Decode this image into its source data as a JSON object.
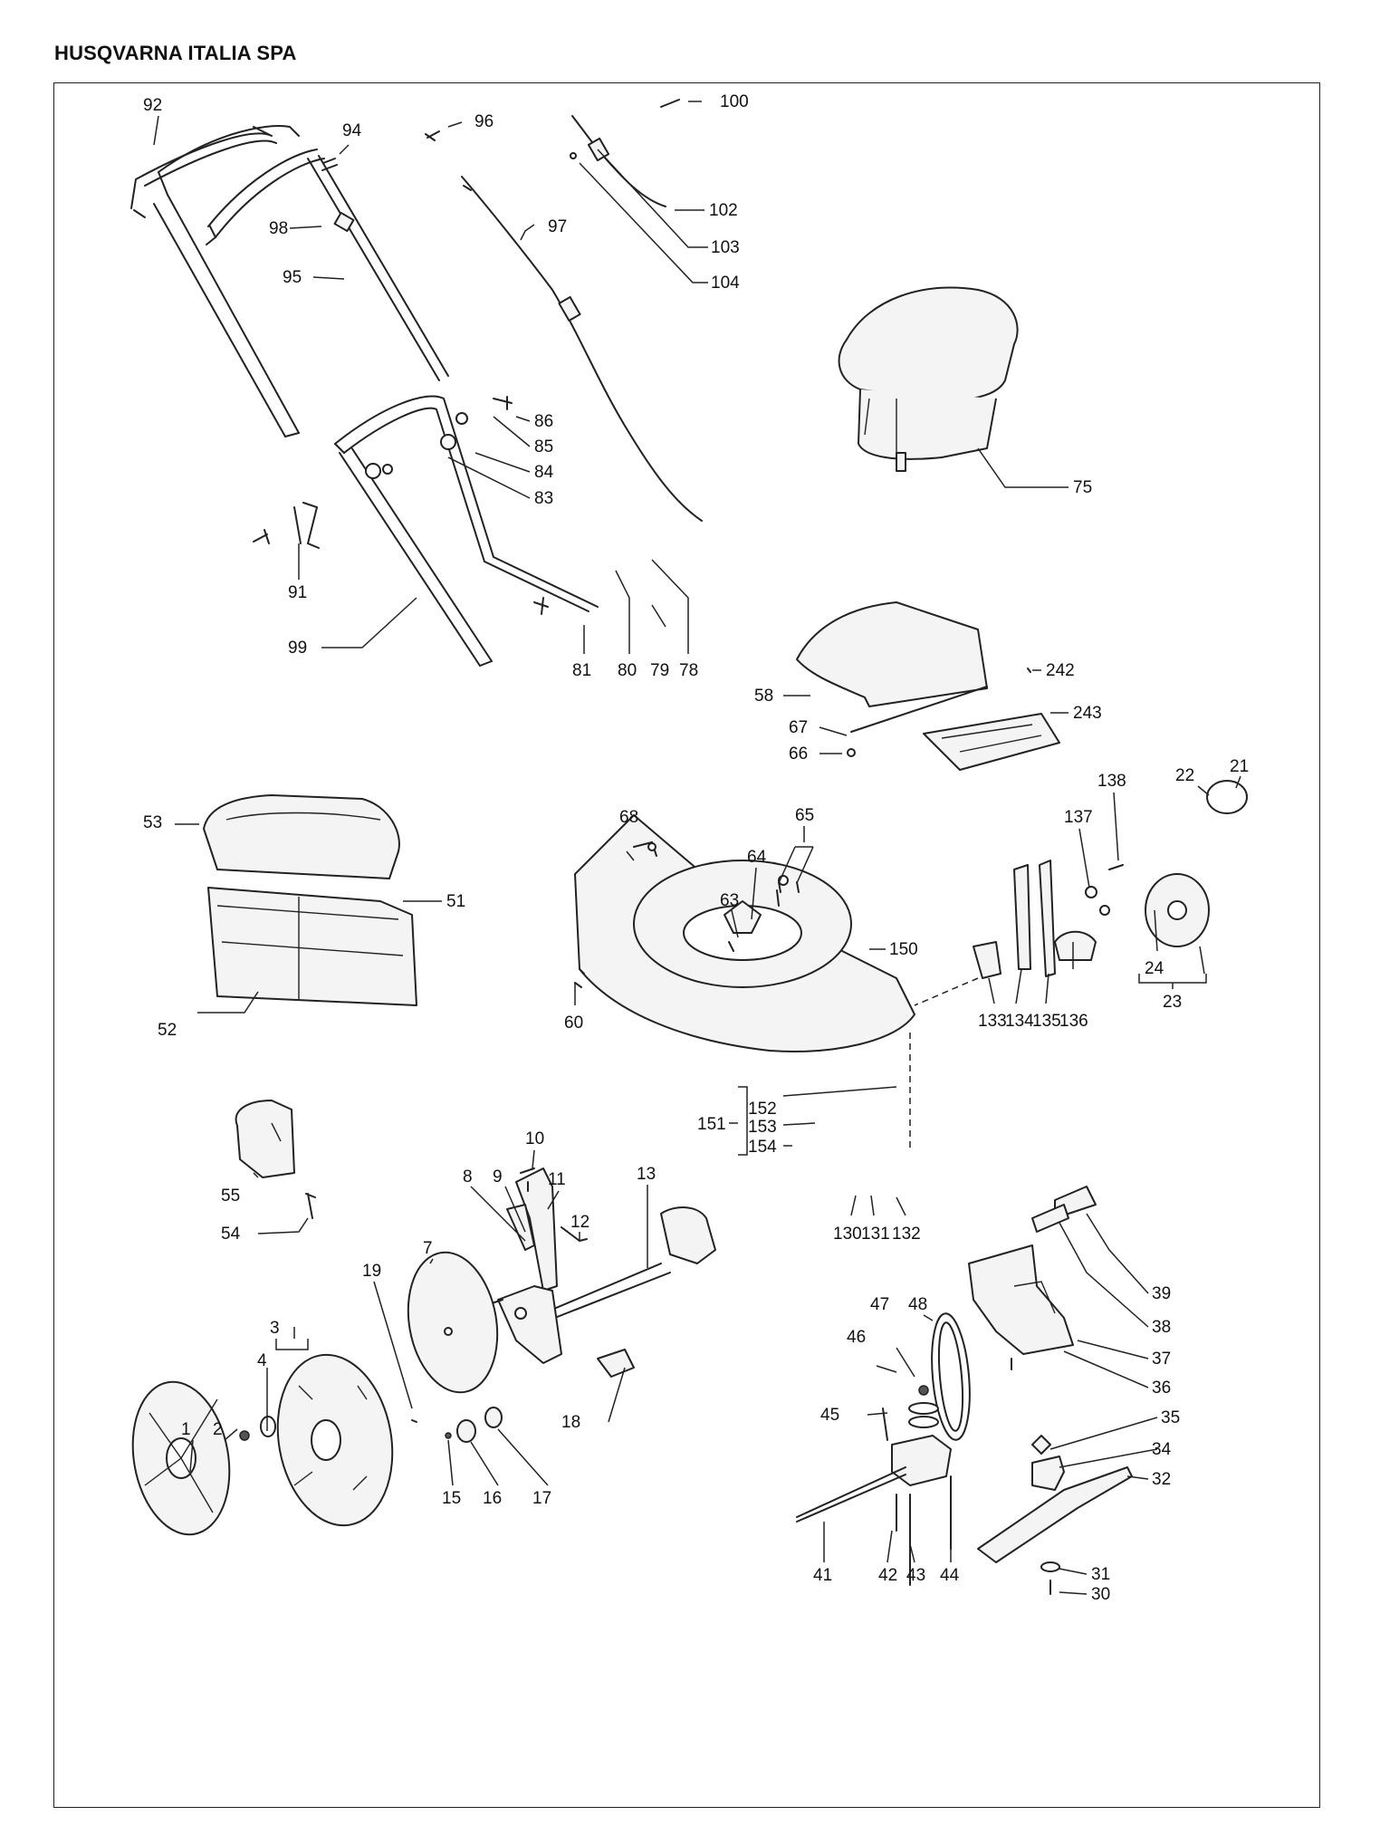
{
  "header": {
    "company": "HUSQVARNA ITALIA SPA"
  },
  "part_numbers": [
    "92",
    "94",
    "96",
    "100",
    "98",
    "95",
    "97",
    "102",
    "103",
    "104",
    "86",
    "85",
    "84",
    "83",
    "75",
    "91",
    "99",
    "81",
    "80",
    "79",
    "78",
    "242",
    "58",
    "243",
    "67",
    "66",
    "21",
    "22",
    "138",
    "137",
    "68",
    "65",
    "53",
    "64",
    "51",
    "63",
    "150",
    "24",
    "23",
    "60",
    "133",
    "134",
    "135",
    "136",
    "52",
    "152",
    "151",
    "153",
    "154",
    "10",
    "13",
    "8",
    "9",
    "11",
    "12",
    "55",
    "130",
    "131",
    "132",
    "54",
    "19",
    "7",
    "39",
    "38",
    "48",
    "47",
    "3",
    "37",
    "4",
    "46",
    "36",
    "18",
    "35",
    "45",
    "1",
    "2",
    "34",
    "32",
    "15",
    "16",
    "17",
    "41",
    "42",
    "43",
    "44",
    "31",
    "30"
  ],
  "icons": [
    "exploded-lawnmower-parts-drawing"
  ]
}
